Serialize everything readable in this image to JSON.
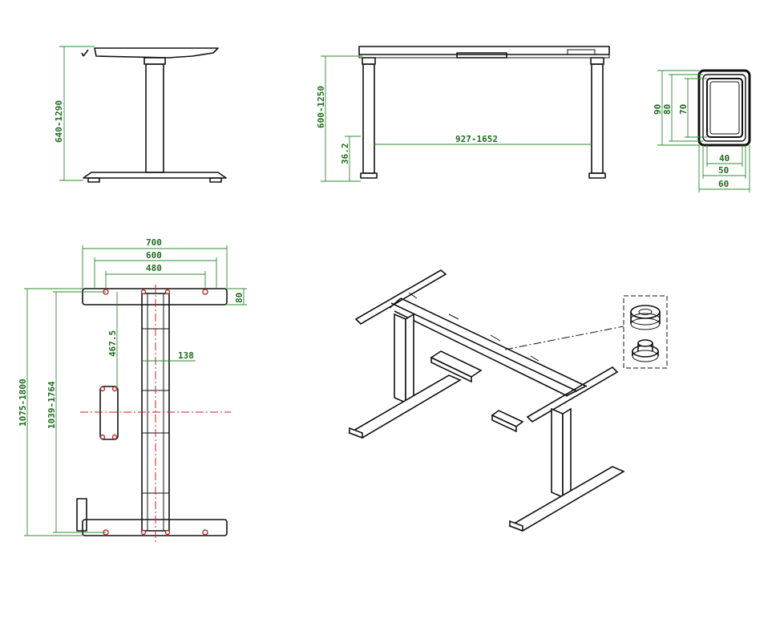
{
  "side_view": {
    "height_dim": "640-1290"
  },
  "front_view": {
    "height_dim": "600-1250",
    "foot_dim": "36.2",
    "leg_spacing_dim": "927-1652"
  },
  "column_section": {
    "outer_h": "90",
    "mid_h": "80",
    "inner_h": "70",
    "inner_w": "40",
    "mid_w": "50",
    "outer_w": "60"
  },
  "top_view": {
    "w_outer": "700",
    "w_mid": "600",
    "w_inner": "480",
    "foot_depth": "80",
    "hole_offset": "467.5",
    "beam_width": "138",
    "length_outer": "1075-1800",
    "length_inner": "1039-1764"
  },
  "colors": {
    "line": "#111111",
    "dimension": "#2e8b2e",
    "centerline": "#cc2222"
  }
}
